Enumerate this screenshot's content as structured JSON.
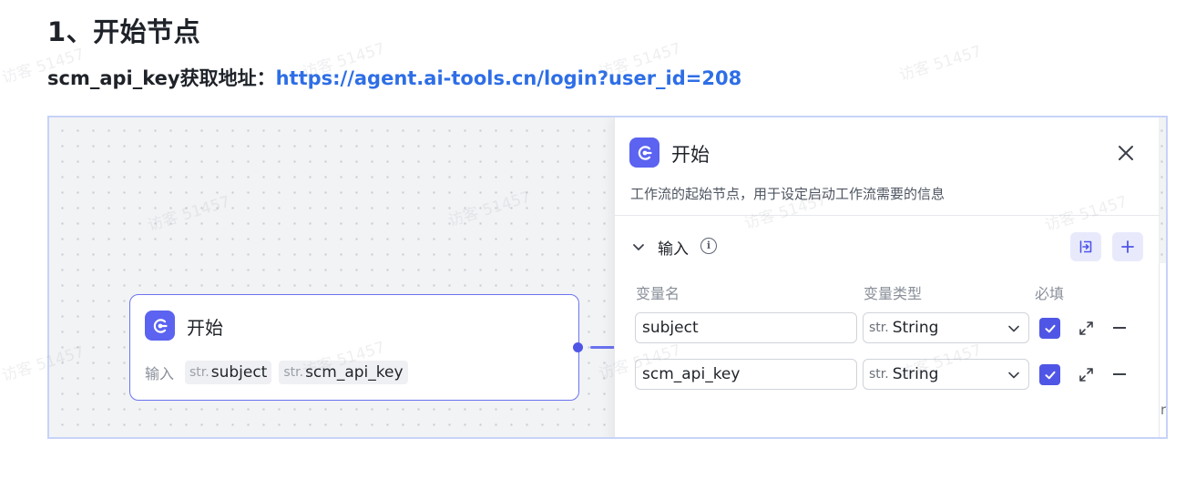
{
  "doc": {
    "heading": "1、开始节点",
    "key_label": "scm_api_key获取地址：",
    "key_url": "https://agent.ai-tools.cn/login?user_id=208"
  },
  "node": {
    "title": "开始",
    "inputs_label": "输入",
    "inputs": [
      {
        "type": "str.",
        "name": "subject"
      },
      {
        "type": "str.",
        "name": "scm_api_key"
      }
    ]
  },
  "panel": {
    "title": "开始",
    "description": "工作流的起始节点，用于设定启动工作流需要的信息",
    "section_title": "输入",
    "info_glyph": "i",
    "columns": {
      "name": "变量名",
      "type": "变量类型",
      "required": "必填"
    },
    "rows": [
      {
        "name": "subject",
        "type_prefix": "str.",
        "type": "String",
        "required": true
      },
      {
        "name": "scm_api_key",
        "type_prefix": "str.",
        "type": "String",
        "required": true
      }
    ]
  },
  "edge_text": "rc",
  "watermark": "访客 51457",
  "colors": {
    "accent": "#5b63f0",
    "link": "#2e6ee6",
    "border": "#c7d3f7"
  }
}
